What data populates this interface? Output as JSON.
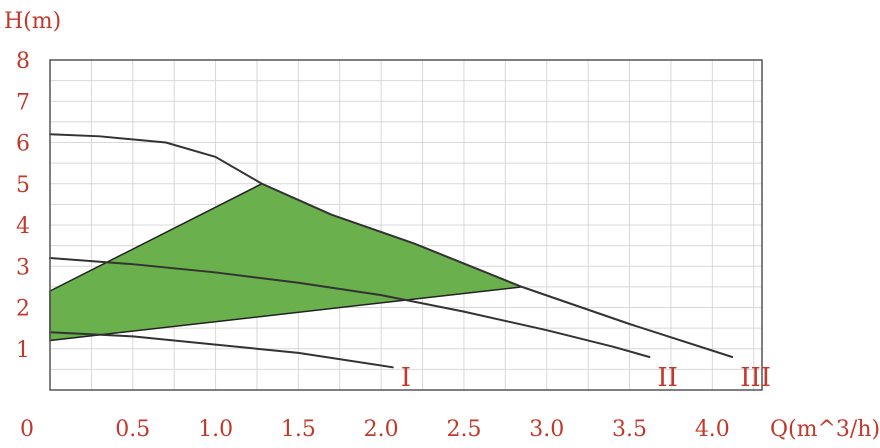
{
  "chart_data": {
    "type": "line",
    "xlabel": "Q(m^3/h)",
    "ylabel": "H(m)",
    "xlim": [
      0,
      4.3
    ],
    "ylim": [
      0,
      8
    ],
    "x_ticks": [
      0.5,
      1.0,
      1.5,
      2.0,
      2.5,
      3.0,
      3.5,
      4.0
    ],
    "x_tick_labels": [
      "0.5",
      "1.0",
      "1.5",
      "2.0",
      "2.5",
      "3.0",
      "3.5",
      "4.0"
    ],
    "y_ticks": [
      1,
      2,
      3,
      4,
      5,
      6,
      7,
      8
    ],
    "y_tick_labels": [
      "1",
      "2",
      "3",
      "4",
      "5",
      "6",
      "7",
      "8"
    ],
    "origin_label": "0",
    "grid": true,
    "series": [
      {
        "name": "I",
        "points": [
          [
            0,
            1.4
          ],
          [
            0.5,
            1.3
          ],
          [
            1.0,
            1.1
          ],
          [
            1.5,
            0.9
          ],
          [
            2.07,
            0.55
          ]
        ]
      },
      {
        "name": "II",
        "points": [
          [
            0,
            3.2
          ],
          [
            0.5,
            3.05
          ],
          [
            1.0,
            2.85
          ],
          [
            1.5,
            2.6
          ],
          [
            2.0,
            2.3
          ],
          [
            2.5,
            1.9
          ],
          [
            3.0,
            1.45
          ],
          [
            3.4,
            1.05
          ],
          [
            3.62,
            0.8
          ]
        ]
      },
      {
        "name": "III",
        "points": [
          [
            0,
            6.2
          ],
          [
            0.3,
            6.15
          ],
          [
            0.7,
            6.0
          ],
          [
            1.0,
            5.65
          ],
          [
            1.28,
            5.0
          ],
          [
            1.7,
            4.25
          ],
          [
            2.2,
            3.55
          ],
          [
            2.85,
            2.5
          ],
          [
            3.5,
            1.6
          ],
          [
            4.12,
            0.8
          ]
        ]
      }
    ],
    "shaded_region": {
      "color": "#6ab04c",
      "points": [
        [
          0,
          2.4
        ],
        [
          1.28,
          5.0
        ],
        [
          1.7,
          4.25
        ],
        [
          2.2,
          3.55
        ],
        [
          2.85,
          2.5
        ],
        [
          0,
          1.2
        ]
      ]
    },
    "line_color": "#333333",
    "grid_color": "#d8d8d8",
    "text_color": "#c0392b"
  }
}
